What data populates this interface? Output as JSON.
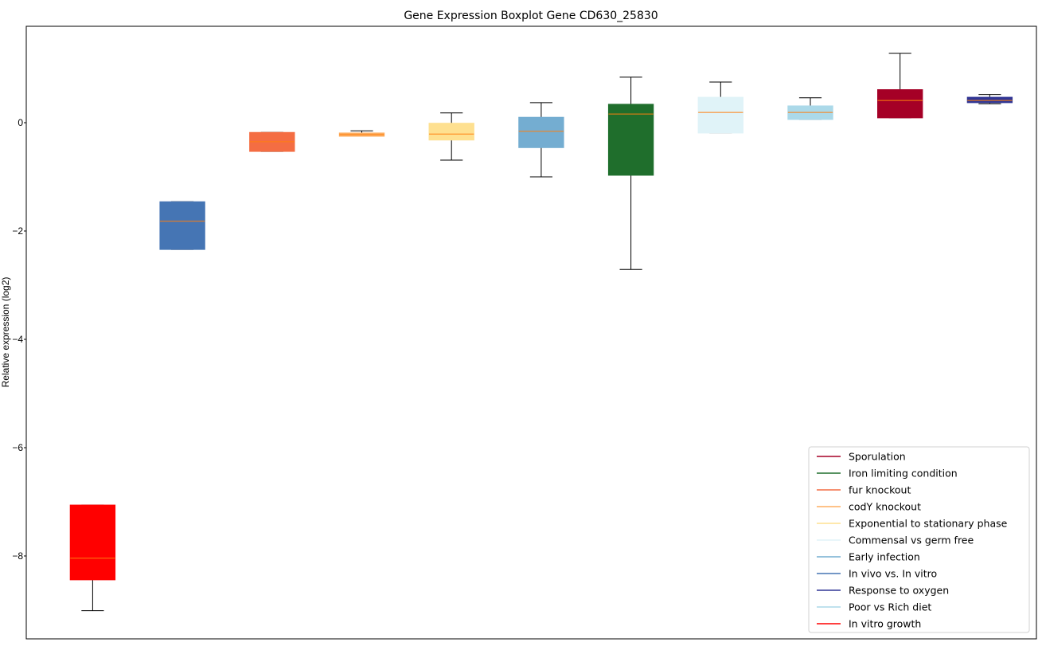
{
  "chart_data": {
    "type": "boxplot",
    "title": "Gene Expression Boxplot Gene CD630_25830",
    "xlabel": "",
    "ylabel": "Relative expression (log2)",
    "ylim": [
      -9.53,
      1.78
    ],
    "xlim": [
      0.26,
      11.52
    ],
    "grid": false,
    "yticks": [
      0,
      -2,
      -4,
      -6,
      -8
    ],
    "ytick_labels": [
      "0",
      "−2",
      "−4",
      "−6",
      "−8"
    ],
    "median_color": "#ff7f0e",
    "legend_placement": "lower-right",
    "series": [
      {
        "name": "In vitro growth",
        "color": "#ff0000",
        "q1": -8.44,
        "median": -8.04,
        "q3": -7.06,
        "whislo": -9.01,
        "whishi": -7.06
      },
      {
        "name": "In vivo vs. In vitro",
        "color": "#4575b4",
        "q1": -2.34,
        "median": -1.82,
        "q3": -1.46,
        "whislo": -2.34,
        "whishi": -1.46
      },
      {
        "name": "fur knockout",
        "color": "#f46d43",
        "q1": -0.53,
        "median": -0.35,
        "q3": -0.18,
        "whislo": -0.53,
        "whishi": -0.18
      },
      {
        "name": "codY knockout",
        "color": "#fdae61",
        "q1": -0.25,
        "median": -0.22,
        "q3": -0.19,
        "whislo": -0.25,
        "whishi": -0.15
      },
      {
        "name": "Exponential to stationary phase",
        "color": "#fee090",
        "q1": -0.32,
        "median": -0.21,
        "q3": -0.01,
        "whislo": -0.69,
        "whishi": 0.18
      },
      {
        "name": "Early infection",
        "color": "#74add1",
        "q1": -0.46,
        "median": -0.16,
        "q3": 0.1,
        "whislo": -1.0,
        "whishi": 0.37
      },
      {
        "name": "Iron limiting condition",
        "color": "#1f6e2c",
        "q1": -0.97,
        "median": 0.16,
        "q3": 0.34,
        "whislo": -2.71,
        "whishi": 0.84
      },
      {
        "name": "Commensal vs germ free",
        "color": "#e0f3f8",
        "q1": -0.19,
        "median": 0.19,
        "q3": 0.47,
        "whislo": -0.19,
        "whishi": 0.75
      },
      {
        "name": "Poor vs Rich diet",
        "color": "#abd9e9",
        "q1": 0.06,
        "median": 0.19,
        "q3": 0.31,
        "whislo": 0.06,
        "whishi": 0.46
      },
      {
        "name": "Sporulation",
        "color": "#a50026",
        "q1": 0.09,
        "median": 0.41,
        "q3": 0.61,
        "whislo": 0.09,
        "whishi": 1.28
      },
      {
        "name": "Response to oxygen",
        "color": "#313695",
        "q1": 0.37,
        "median": 0.41,
        "q3": 0.47,
        "whislo": 0.35,
        "whishi": 0.52
      }
    ],
    "legend_order": [
      "Sporulation",
      "Iron limiting condition",
      "fur knockout",
      "codY knockout",
      "Exponential to stationary phase",
      "Commensal vs germ free",
      "Early infection",
      "In vivo vs. In vitro",
      "Response to oxygen",
      "Poor vs Rich diet",
      "In vitro growth"
    ]
  }
}
